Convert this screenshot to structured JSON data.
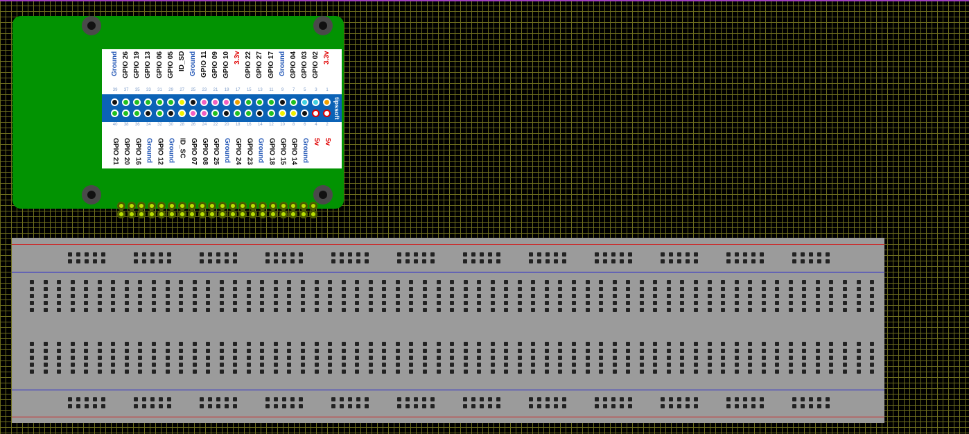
{
  "board": {
    "brand": "tipssoft",
    "top_labels": [
      "3.3v",
      "GPIO 02",
      "GPIO 03",
      "GPIO 04",
      "Ground",
      "GPIO 17",
      "GPIO 27",
      "GPIO 22",
      "3.3v",
      "GPIO 10",
      "GPIO 09",
      "GPIO 11",
      "Ground",
      "ID_SD",
      "GPIO 05",
      "GPIO 06",
      "GPIO 13",
      "GPIO 19",
      "GPIO 26",
      "Ground"
    ],
    "bottom_labels": [
      "5v",
      "5v",
      "Ground",
      "GPIO 14",
      "GPIO 15",
      "GPIO 18",
      "Ground",
      "GPIO 23",
      "GPIO 24",
      "Ground",
      "GPIO 25",
      "GPIO 08",
      "GPIO 07",
      "ID_SC",
      "Ground",
      "GPIO 12",
      "Ground",
      "GPIO 16",
      "GPIO 20",
      "GPIO 21"
    ],
    "top_pin_numbers": [
      "1",
      "3",
      "5",
      "7",
      "9",
      "11",
      "13",
      "15",
      "17",
      "19",
      "21",
      "23",
      "25",
      "27",
      "29",
      "31",
      "33",
      "35",
      "37",
      "39"
    ],
    "bottom_pin_numbers": [
      "2",
      "4",
      "6",
      "8",
      "10",
      "12",
      "14",
      "16",
      "18",
      "20",
      "22",
      "24",
      "26",
      "28",
      "30",
      "32",
      "34",
      "36",
      "38",
      "40"
    ],
    "colors": {
      "board_green": "#029302",
      "pin_strip_blue": "#0b62b6",
      "power_red": "#e00000",
      "ground_blue": "#2a5cb8",
      "breadboard_gray": "#9b9b9b",
      "rail_red": "#d02020",
      "rail_blue": "#2020d0",
      "grid_line": "#6e6e1e"
    }
  }
}
